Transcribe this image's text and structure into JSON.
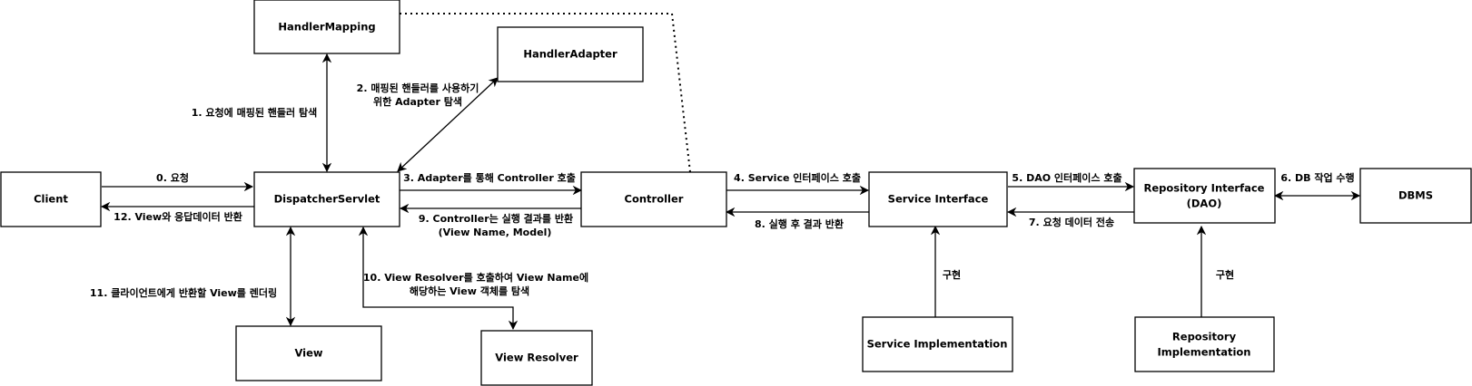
{
  "nodes": {
    "client": "Client",
    "dispatcher": "DispatcherServlet",
    "handler_mapping": "HandlerMapping",
    "handler_adapter": "HandlerAdapter",
    "controller": "Controller",
    "service_interface": "Service Interface",
    "repository_interface_1": "Repository Interface",
    "repository_interface_2": "(DAO)",
    "dbms": "DBMS",
    "view": "View",
    "view_resolver": "View Resolver",
    "service_impl": "Service Implementation",
    "repository_impl_1": "Repository",
    "repository_impl_2": "Implementation"
  },
  "edges": {
    "e0": "0. 요청",
    "e1": "1. 요청에 매핑된 핸들러 탐색",
    "e2_line1": "2. 매핑된 핸들러를 사용하기",
    "e2_line2": "위한 Adapter 탐색",
    "e3": "3. Adapter를 통해 Controller 호출",
    "e4": "4. Service 인터페이스 호출",
    "e5": "5. DAO 인터페이스 호출",
    "e6": "6. DB 작업 수행",
    "e7": "7. 요청 데이터 전송",
    "e8": "8. 실행 후 결과 반환",
    "e9_line1": "9. Controller는 실행 결과를 반환",
    "e9_line2": "(View Name, Model)",
    "e10_line1": "10. View Resolver를 호출하여 View Name에",
    "e10_line2": "해당하는 View 객체를 탐색",
    "e11": "11. 클라이언트에게 반환할 View를 렌더링",
    "e12": "12. View와 응답데이터 반환",
    "impl_service": "구현",
    "impl_repository": "구현"
  }
}
